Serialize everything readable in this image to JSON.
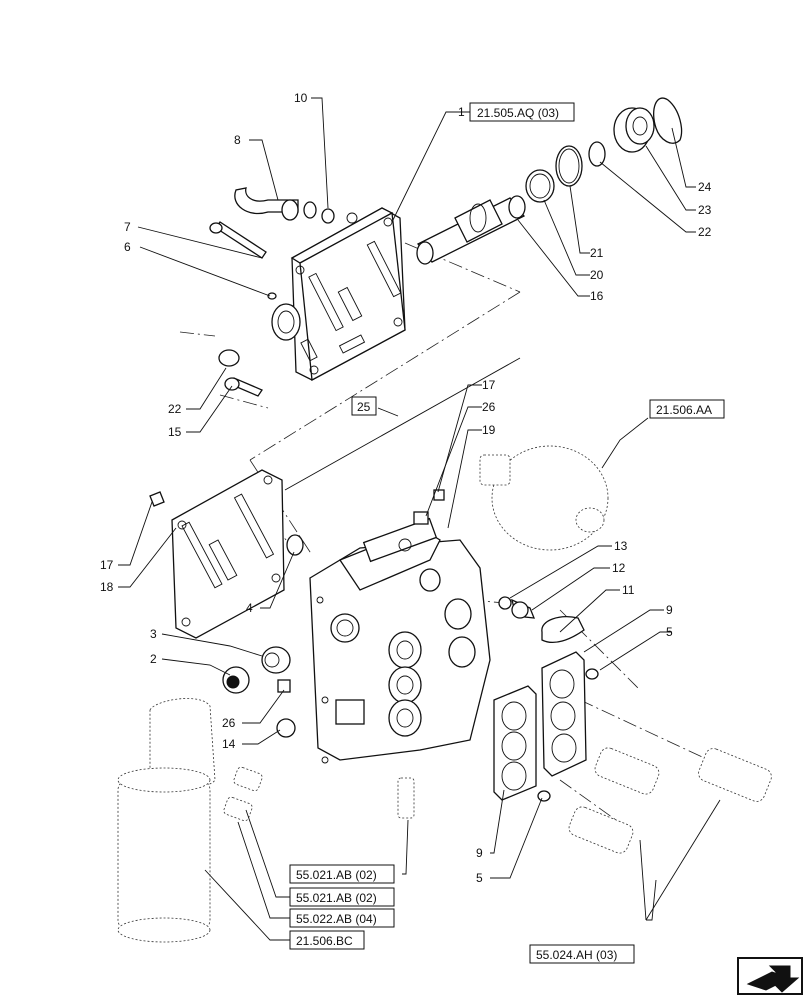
{
  "callouts": {
    "c1": "1",
    "c2": "2",
    "c3": "3",
    "c4": "4",
    "c5a": "5",
    "c5b": "5",
    "c6": "6",
    "c7": "7",
    "c8": "8",
    "c9a": "9",
    "c9b": "9",
    "c10": "10",
    "c11": "11",
    "c12": "12",
    "c13": "13",
    "c14": "14",
    "c15": "15",
    "c16": "16",
    "c17a": "17",
    "c17b": "17",
    "c18": "18",
    "c19": "19",
    "c20": "20",
    "c21": "21",
    "c22a": "22",
    "c22b": "22",
    "c23": "23",
    "c24": "24",
    "c25": "25",
    "c26a": "26",
    "c26b": "26"
  },
  "references": {
    "r_21505AQ": "21.505.AQ (03)",
    "r_21506AA": "21.506.AA",
    "r_55021AB_1": "55.021.AB (02)",
    "r_55021AB_2": "55.021.AB (02)",
    "r_55022AB": "55.022.AB (04)",
    "r_21506BC": "21.506.BC",
    "r_55024AH": "55.024.AH (03)"
  },
  "icons": {
    "navigation": "page-arrow-icon"
  }
}
